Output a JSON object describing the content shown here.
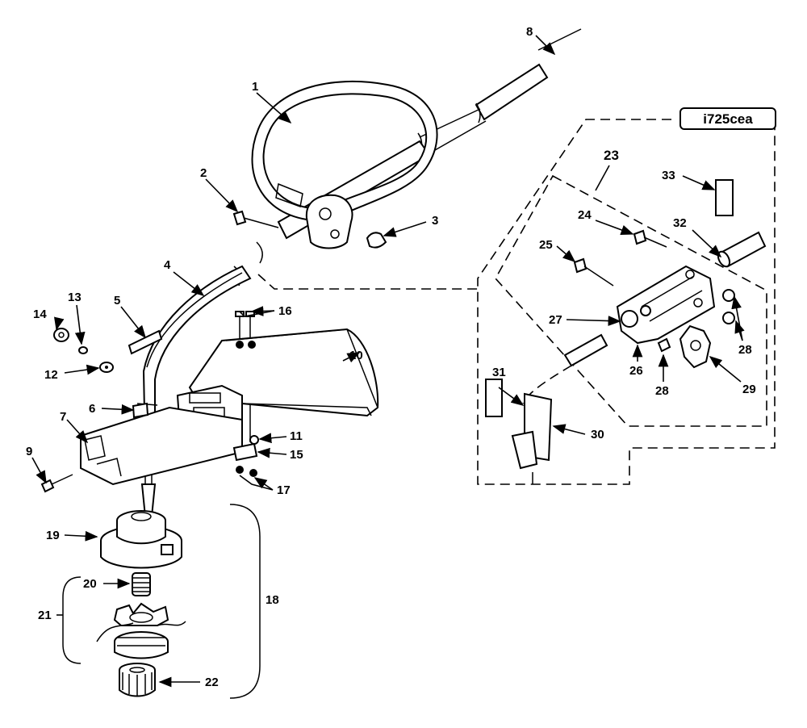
{
  "model_tag": "i725cea",
  "labels": {
    "p1": "1",
    "p2": "2",
    "p3": "3",
    "p4": "4",
    "p5": "5",
    "p6": "6",
    "p7": "7",
    "p8": "8",
    "p9": "9",
    "p10": "10",
    "p11": "11",
    "p12": "12",
    "p13": "13",
    "p14": "14",
    "p15": "15",
    "p16": "16",
    "p17": "17",
    "p18": "18",
    "p19": "19",
    "p20": "20",
    "p21": "21",
    "p22": "22",
    "p23": "23",
    "p24": "24",
    "p25": "25",
    "p26": "26",
    "p27": "27",
    "p28a": "28",
    "p28b": "28",
    "p29": "29",
    "p30": "30",
    "p31": "31",
    "p32": "32",
    "p33": "33"
  }
}
